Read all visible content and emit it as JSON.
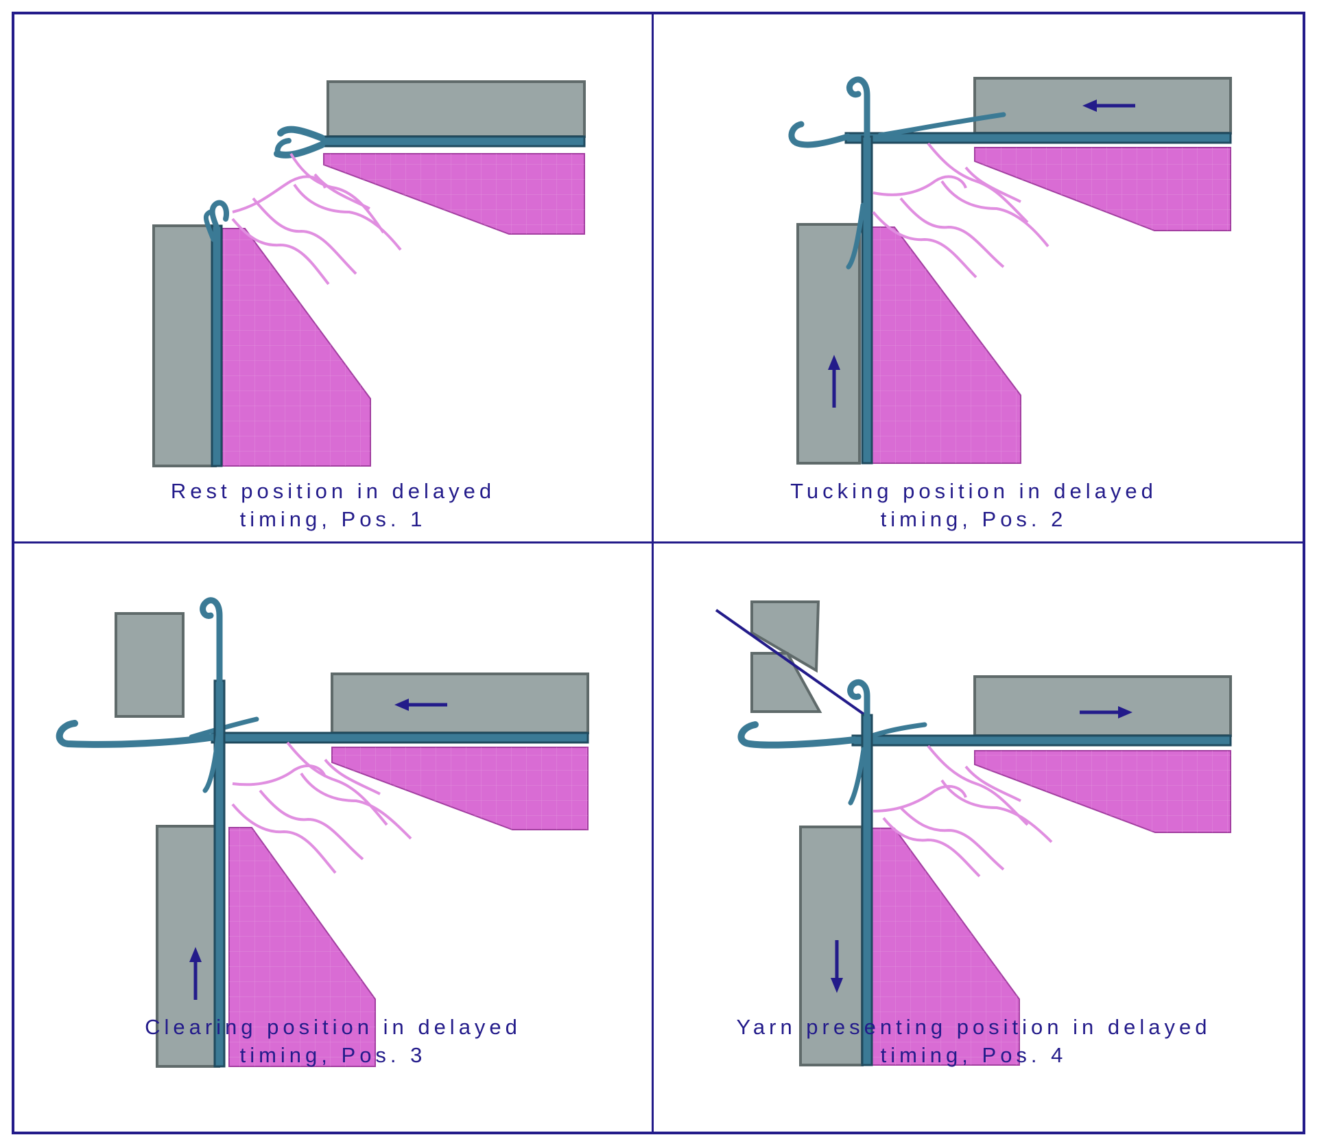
{
  "colors": {
    "frame": "#231b8a",
    "slab": "#9aa6a6",
    "slab_edge": "#5f6a6a",
    "cam": "#d96cd4",
    "needle": "#3b7a95",
    "needle_edge": "#1f4a5e",
    "yarn": "#e08ee0",
    "arrow": "#231b8a"
  },
  "panels": [
    {
      "id": "pos1",
      "caption_line1": "Rest position in delayed",
      "caption_line2": "timing, Pos. 1",
      "arrows": []
    },
    {
      "id": "pos2",
      "caption_line1": "Tucking position in delayed",
      "caption_line2": "timing, Pos. 2",
      "arrows": [
        "up-arrow",
        "left-arrow"
      ]
    },
    {
      "id": "pos3",
      "caption_line1": "Clearing position in delayed",
      "caption_line2": "timing, Pos. 3",
      "arrows": [
        "up-arrow",
        "left-arrow"
      ]
    },
    {
      "id": "pos4",
      "caption_line1": "Yarn presenting position in delayed",
      "caption_line2": "timing, Pos. 4",
      "arrows": [
        "down-arrow",
        "right-arrow"
      ]
    }
  ]
}
